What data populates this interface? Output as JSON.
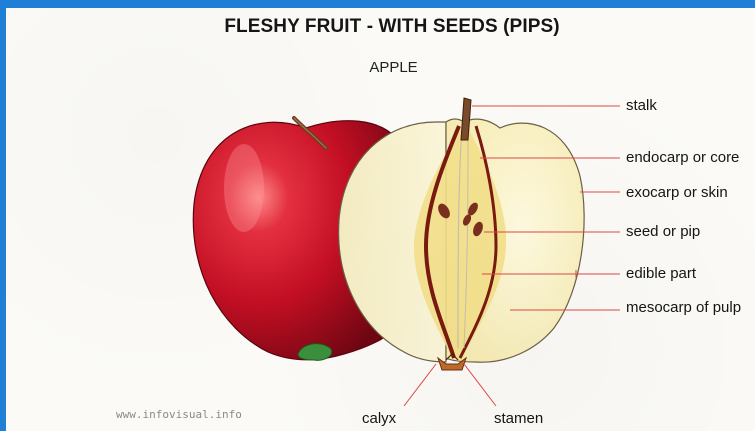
{
  "title": "FLESHY FRUIT - WITH SEEDS (PIPS)",
  "subtitle": "APPLE",
  "labels": {
    "stalk": "stalk",
    "endocarp": "endocarp or core",
    "exocarp": "exocarp or skin",
    "seed": "seed or pip",
    "edible": "edible part",
    "mesocarp": "mesocarp of pulp",
    "calyx": "calyx",
    "stamen": "stamen"
  },
  "credit": "www.infovisual.info",
  "colors": {
    "frame": "#1f7fd6",
    "apple_red": "#c8102e",
    "flesh": "#fbf3c4",
    "core": "#8a1a12",
    "leader_line": "#e04848"
  }
}
